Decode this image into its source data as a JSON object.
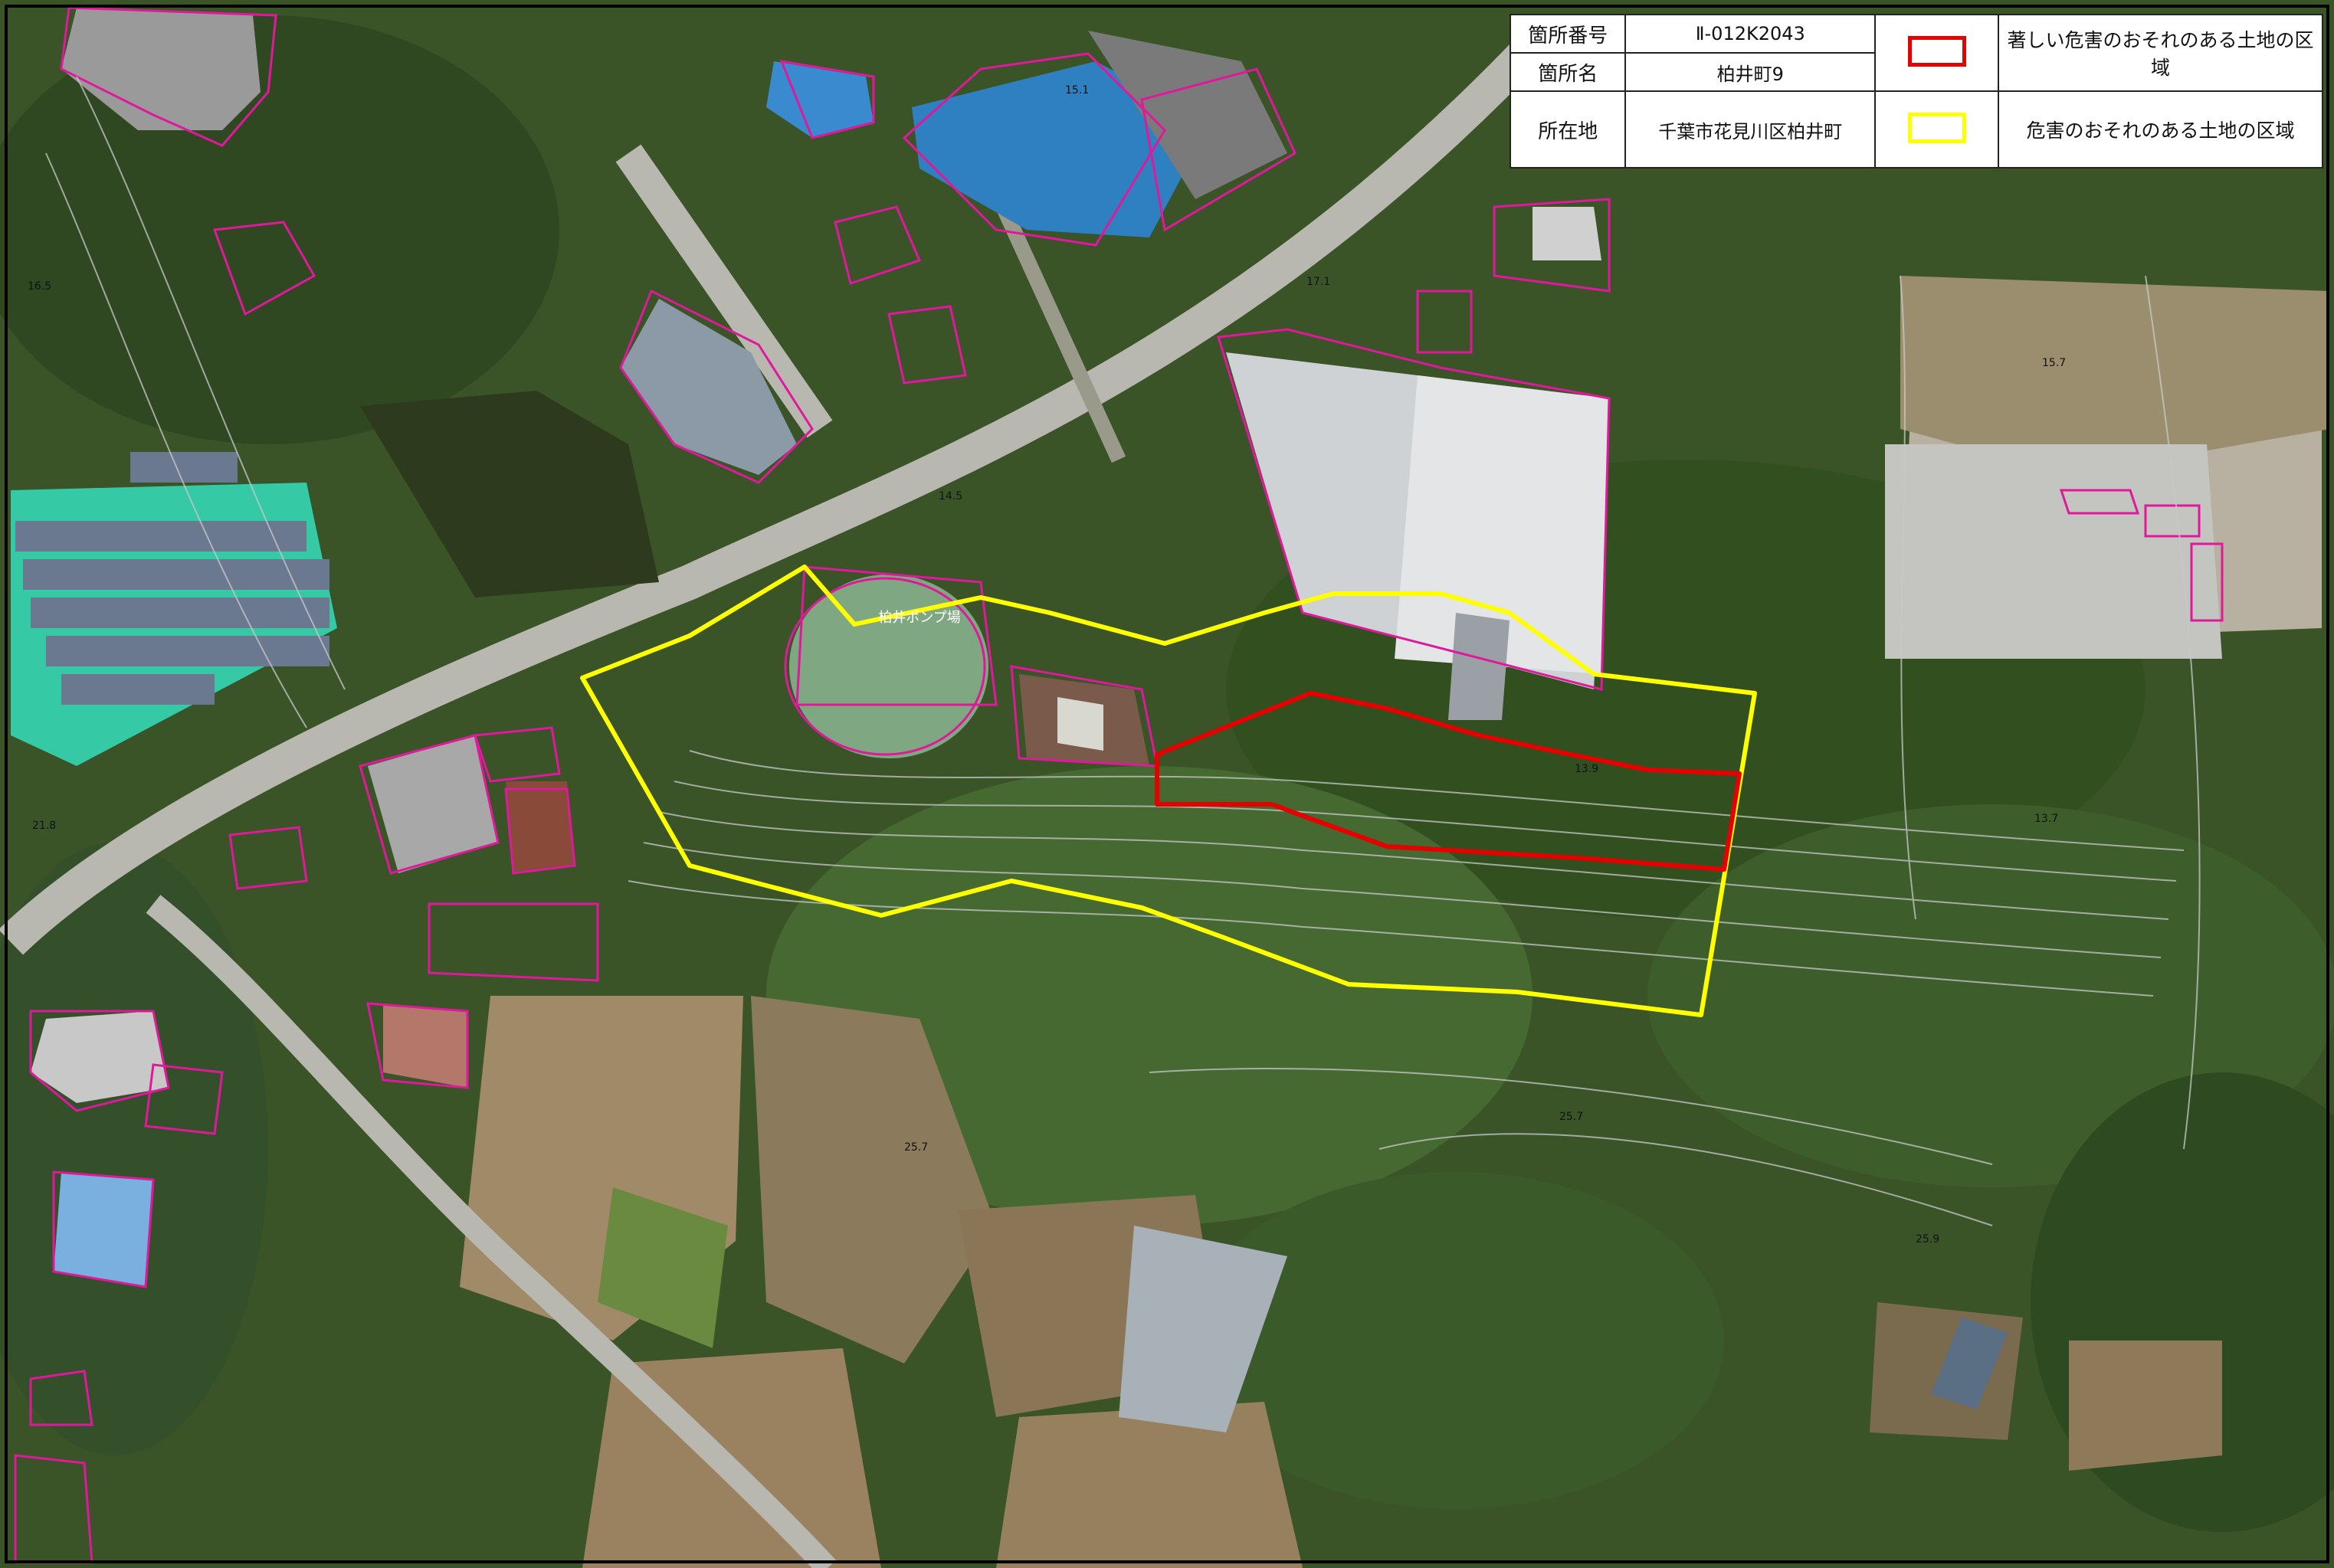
{
  "legend": {
    "id_label": "箇所番号",
    "id_value": "Ⅱ-012K2043",
    "name_label": "箇所名",
    "name_value": "柏井町9",
    "location_label": "所在地",
    "location_value": "千葉市花見川区柏井町",
    "red_desc": "著しい危害のおそれのある土地の区域",
    "yellow_desc": "危害のおそれのある土地の区域",
    "red_color": "#e60000",
    "yellow_color": "#ffff00"
  },
  "map": {
    "place_label": "柏井ポンプ場",
    "elevations": [
      "15.1",
      "16.5",
      "17.1",
      "15.7",
      "14.5",
      "13.9",
      "13.7",
      "21.8",
      "25.7",
      "25.7",
      "25.9"
    ],
    "building_outline_color": "#e0189c"
  }
}
